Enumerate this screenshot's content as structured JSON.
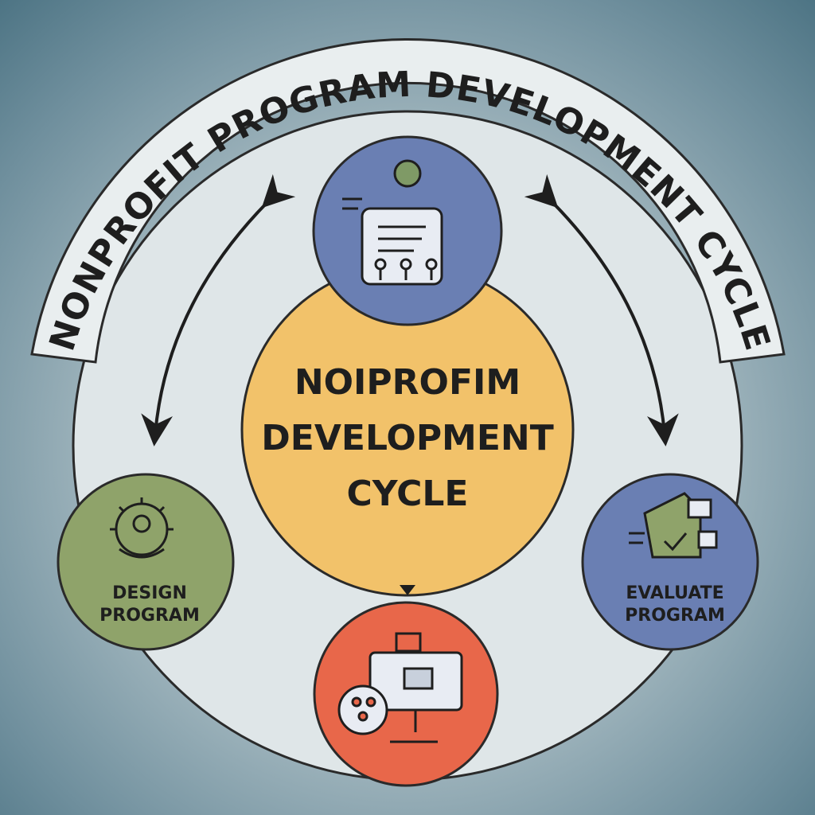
{
  "title": "NONPROFIT PROGRAM DEVELOPMENT CYCLE",
  "center": {
    "lines": [
      "NOIPROFIM",
      "DEVELOPMENT",
      "CYCLE"
    ]
  },
  "nodes": [
    {
      "id": "top",
      "icon": "clipboard-people-icon",
      "label_lines": []
    },
    {
      "id": "left",
      "icon": "gear-lightbulb-icon",
      "label_lines": [
        "DESIGN",
        "PROGRAM"
      ]
    },
    {
      "id": "bottom",
      "icon": "computer-monitor-icon",
      "label_lines": []
    },
    {
      "id": "right",
      "icon": "document-box-icon",
      "label_lines": [
        "EVALUATE",
        "PROGRAM"
      ]
    }
  ],
  "colors": {
    "banner": "#e6ebec",
    "outer_ring": "#e1e7e9",
    "center": "#f2c26a",
    "top": "#6a7fb3",
    "left": "#8fa36a",
    "bottom": "#e8674a",
    "right": "#6a7fb3",
    "ink": "#1e1e1e"
  }
}
